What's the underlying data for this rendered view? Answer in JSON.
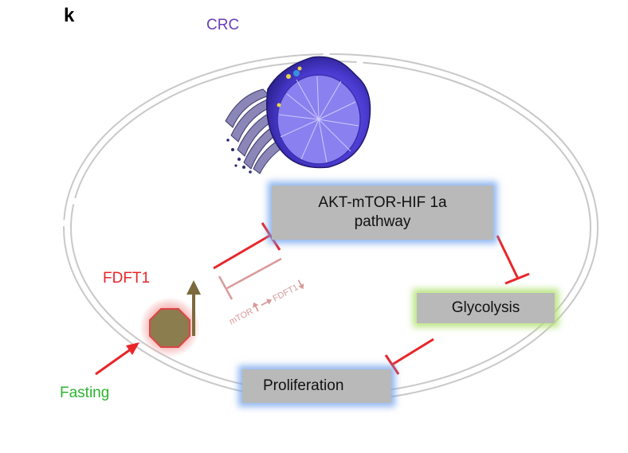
{
  "panel_label": "k",
  "labels": {
    "crc": "CRC",
    "fdft1": "FDFT1",
    "fasting": "Fasting"
  },
  "boxes": {
    "akt_line1": "AKT-mTOR-HIF 1a",
    "akt_line2": "pathway",
    "glycolysis": "Glycolysis",
    "proliferation": "Proliferation"
  },
  "annotation": {
    "mtor": "mTOR",
    "fdft1": "FDFT1"
  },
  "icons": [
    "cell-organelle-illustration-icon",
    "fdft1-molecule-icon",
    "upregulation-arrow-icon"
  ],
  "colors": {
    "inhibition": "#e8262a",
    "faded_inhibition": "#d99a9a",
    "crc_text": "#6a3db8",
    "fasting_text": "#2bb52e",
    "molecule_fill": "#8b7d4e",
    "up_arrow": "#7c6a3c",
    "box_fill": "#b9b9b9"
  }
}
